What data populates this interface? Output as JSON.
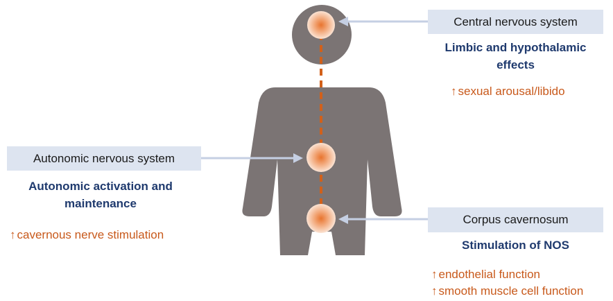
{
  "central": {
    "label": "Central nervous system",
    "effect_line1": "Limbic and hypothalamic",
    "effect_line2": "effects",
    "outcome": "sexual arousal/libido"
  },
  "autonomic": {
    "label": "Autonomic nervous system",
    "effect_line1": "Autonomic activation and",
    "effect_line2": "maintenance",
    "outcome": "cavernous nerve stimulation"
  },
  "corpus": {
    "label": "Corpus cavernosum",
    "effect": "Stimulation of NOS",
    "outcome1": "endothelial function",
    "outcome2": "smooth muscle cell function"
  },
  "colors": {
    "body": "#7b7474",
    "label_box": "#dde4f0",
    "effect_text": "#1f3a6e",
    "outcome_text": "#c8591b",
    "spine_line": "#d2601a",
    "connector_arrow": "#c5cfe3"
  },
  "icons": {
    "up_arrow": "up-arrow-icon"
  }
}
